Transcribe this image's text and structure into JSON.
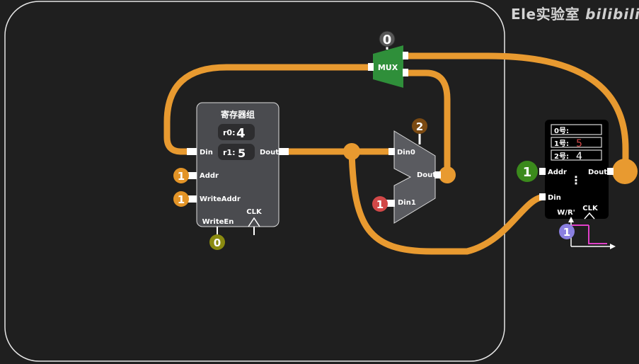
{
  "watermark": {
    "text": "Ele实验室",
    "logo": "bilibili"
  },
  "register_file": {
    "title": "寄存器组",
    "r0_label": "r0:",
    "r0_value": "4",
    "r1_label": "r1:",
    "r1_value": "5",
    "ports": {
      "din": "Din",
      "dout": "Dout",
      "addr": "Addr",
      "write_addr": "WriteAddr",
      "write_en": "WriteEn",
      "clk": "CLK"
    },
    "signals": {
      "addr": "1",
      "write_addr": "1",
      "write_en": "0"
    }
  },
  "mux_top": {
    "label": "MUX",
    "select": "0"
  },
  "mux_alu": {
    "ports": {
      "din0": "Din0",
      "din1": "Din1",
      "dout": "Dout"
    },
    "select": "2",
    "din1_value": "1"
  },
  "memory": {
    "rows": [
      {
        "label": "0号:",
        "value": ""
      },
      {
        "label": "1号:",
        "value": "5"
      },
      {
        "label": "2号:",
        "value": "4"
      }
    ],
    "ellipsis": "⋮",
    "ports": {
      "addr": "Addr",
      "dout": "Dout",
      "din": "Din",
      "wr": "W/R'",
      "clk": "CLK"
    },
    "signals": {
      "addr": "1",
      "wr": "1"
    }
  },
  "colors": {
    "wire": "#e89a30",
    "background": "#1f1f1f",
    "block": "#4a4b4f",
    "mux_green": "#2f8f3a",
    "signal_orange": "#e39427",
    "signal_olive": "#8a8a10",
    "signal_brown": "#7b4a12",
    "signal_red": "#d24848",
    "signal_green": "#3b8a1c",
    "signal_purple": "#8a7fe0",
    "magenta": "#e040c8"
  }
}
